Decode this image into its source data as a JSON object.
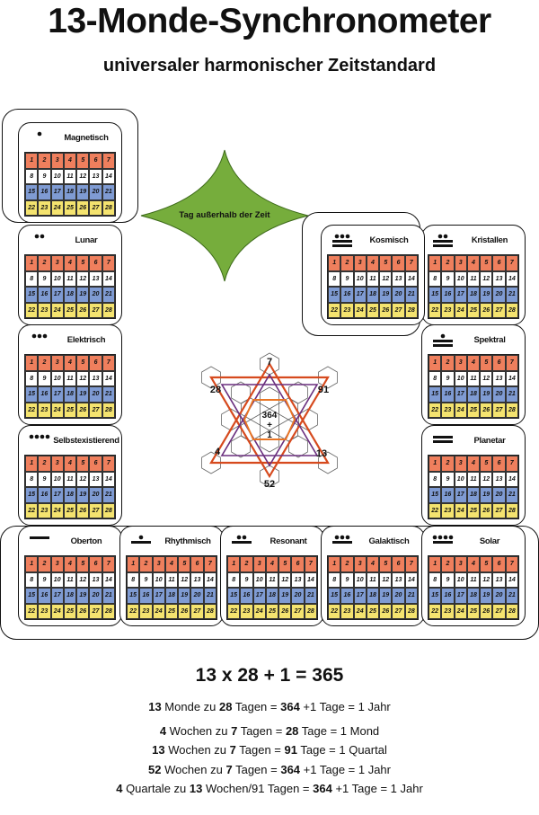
{
  "title": "13-Monde-Synchronometer",
  "subtitle": "universaler harmonischer Zeitstandard",
  "center_label": "Tag außerhalb der Zeit",
  "colors": {
    "row1": "#ef7f5d",
    "row2": "#ffffff",
    "row3": "#7f9bd3",
    "row4": "#f4e36f",
    "diamond": "#76ad3c"
  },
  "moons": [
    {
      "name": "Magnetisch",
      "dots": 1,
      "bars": 0
    },
    {
      "name": "Lunar",
      "dots": 2,
      "bars": 0
    },
    {
      "name": "Elektrisch",
      "dots": 3,
      "bars": 0
    },
    {
      "name": "Selbstexistierend",
      "dots": 4,
      "bars": 0
    },
    {
      "name": "Oberton",
      "dots": 0,
      "bars": 1
    },
    {
      "name": "Rhythmisch",
      "dots": 1,
      "bars": 1
    },
    {
      "name": "Resonant",
      "dots": 2,
      "bars": 1
    },
    {
      "name": "Galaktisch",
      "dots": 3,
      "bars": 1
    },
    {
      "name": "Solar",
      "dots": 4,
      "bars": 1
    },
    {
      "name": "Planetar",
      "dots": 0,
      "bars": 2
    },
    {
      "name": "Spektral",
      "dots": 1,
      "bars": 2
    },
    {
      "name": "Kristallen",
      "dots": 2,
      "bars": 2
    },
    {
      "name": "Kosmisch",
      "dots": 3,
      "bars": 2
    }
  ],
  "days": [
    "1",
    "2",
    "3",
    "4",
    "5",
    "6",
    "7",
    "8",
    "9",
    "10",
    "11",
    "12",
    "13",
    "14",
    "15",
    "16",
    "17",
    "18",
    "19",
    "20",
    "21",
    "22",
    "23",
    "24",
    "25",
    "26",
    "27",
    "28"
  ],
  "hexagram": {
    "top": "7",
    "upper_left": "28",
    "upper_right": "91",
    "center": "364\n+\n1",
    "lower_left": "4",
    "lower_right": "13",
    "bottom": "52"
  },
  "formula": "13 x 28 + 1 = 365",
  "lines": [
    [
      "13",
      " Monde zu ",
      "28",
      " Tagen = ",
      "364",
      " +1 Tage = 1 Jahr"
    ],
    [
      "4",
      " Wochen zu ",
      "7",
      " Tagen = ",
      "28",
      " Tage = 1 Mond"
    ],
    [
      "13",
      " Wochen zu ",
      "7",
      " Tagen = ",
      "91",
      " Tage = 1 Quartal"
    ],
    [
      "52",
      " Wochen zu ",
      "7",
      " Tagen = ",
      "364",
      " +1 Tage = 1 Jahr"
    ],
    [
      "4",
      " Quartale zu ",
      "13",
      " Wochen/91 Tagen = ",
      "364",
      " +1 Tage = 1 Jahr"
    ]
  ]
}
